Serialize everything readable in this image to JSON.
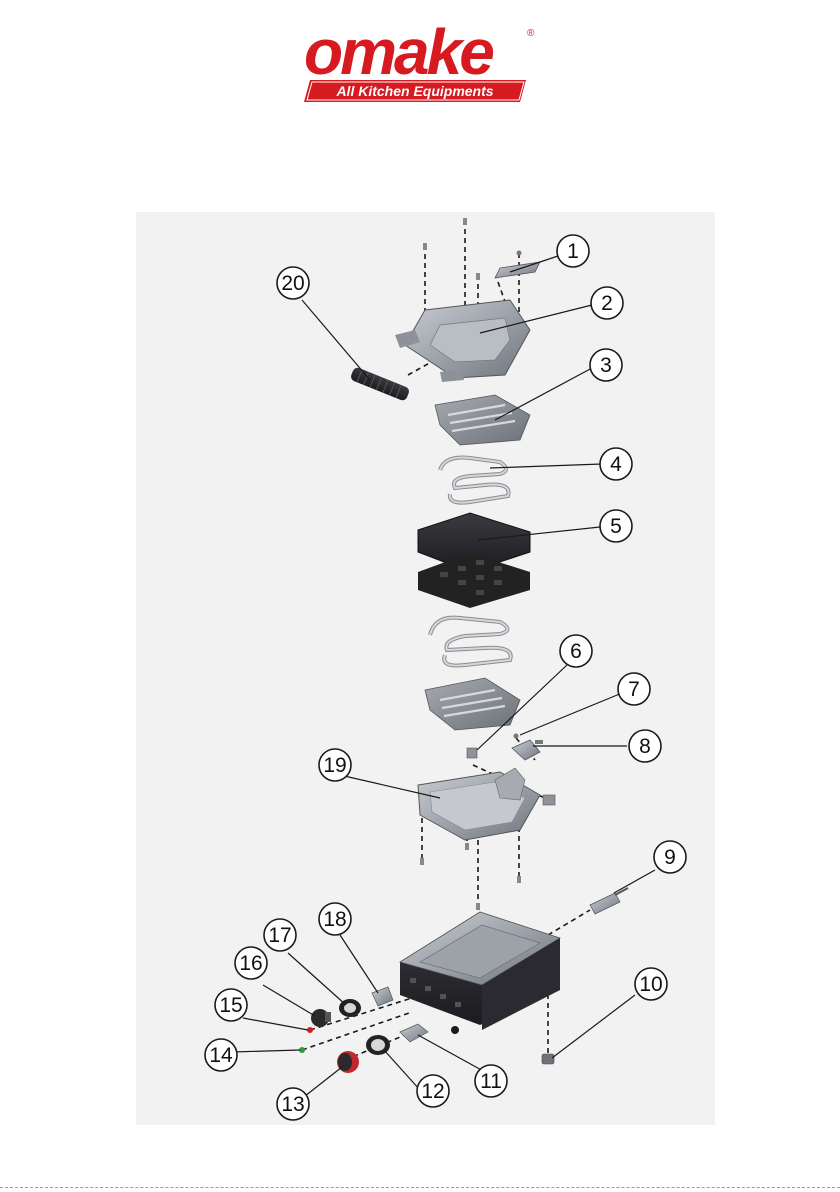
{
  "logo": {
    "wordmark": "omake",
    "tagline": "All Kitchen Equipments",
    "registered": "®",
    "colors": {
      "primary": "#d71920",
      "text_on_primary": "#ffffff"
    }
  },
  "diagram": {
    "type": "exploded-parts-view",
    "callouts": [
      {
        "id": "1",
        "label": "1"
      },
      {
        "id": "2",
        "label": "2"
      },
      {
        "id": "3",
        "label": "3"
      },
      {
        "id": "4",
        "label": "4"
      },
      {
        "id": "5",
        "label": "5"
      },
      {
        "id": "6",
        "label": "6"
      },
      {
        "id": "7",
        "label": "7"
      },
      {
        "id": "8",
        "label": "8"
      },
      {
        "id": "9",
        "label": "9"
      },
      {
        "id": "10",
        "label": "10"
      },
      {
        "id": "11",
        "label": "11"
      },
      {
        "id": "12",
        "label": "12"
      },
      {
        "id": "13",
        "label": "13"
      },
      {
        "id": "14",
        "label": "14"
      },
      {
        "id": "15",
        "label": "15"
      },
      {
        "id": "16",
        "label": "16"
      },
      {
        "id": "17",
        "label": "17"
      },
      {
        "id": "18",
        "label": "18"
      },
      {
        "id": "19",
        "label": "19"
      },
      {
        "id": "20",
        "label": "20"
      }
    ]
  }
}
